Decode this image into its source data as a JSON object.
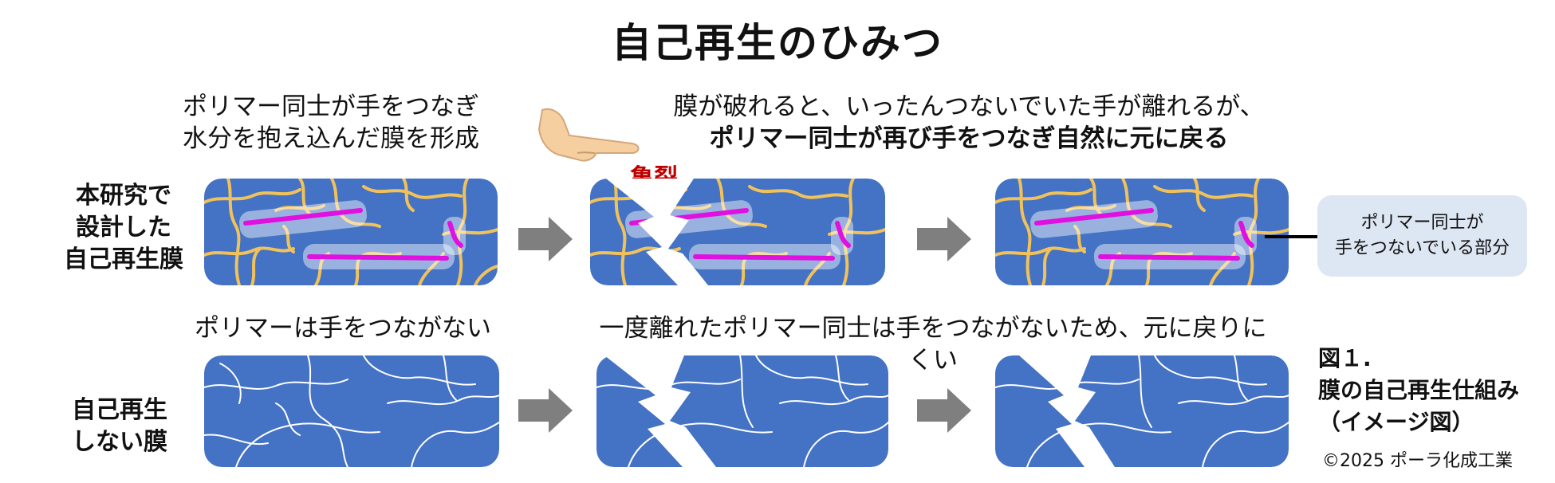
{
  "title": "自己再生のひみつ",
  "top_left_caption": [
    "ポリマー同士が手をつなぎ",
    "水分を抱え込んだ膜を形成"
  ],
  "top_right_caption": [
    "膜が破れると、いったんつないでいた手が離れるが、",
    "ポリマー同士が再び手をつなぎ自然に元に戻る"
  ],
  "crack_label": "亀裂",
  "row1_label": [
    "本研究で",
    "設計した",
    "自己再生膜"
  ],
  "row2_label": [
    "自己再生",
    "しない膜"
  ],
  "callout": [
    "ポリマー同士が",
    "手をつないでいる部分"
  ],
  "bottom_left_caption": "ポリマーは手をつながない",
  "bottom_right_caption": "一度離れたポリマー同士は手をつながないため、元に戻りにくい",
  "figure_caption": [
    "図１.",
    "膜の自己再生仕組み",
    "（イメージ図）"
  ],
  "copyright": "©2025 ポーラ化成工業",
  "colors": {
    "panel_blue": "#4472c4",
    "fiber_yellow": "#f2c25a",
    "polymer_magenta": "#e010e0",
    "arrow_gray": "#7f7f7f",
    "crack_label_red": "#c00000",
    "callout_bg": "#dde6f3"
  }
}
